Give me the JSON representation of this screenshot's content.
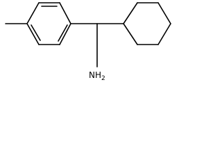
{
  "molecule": {
    "amine_group": {
      "atom": "NH",
      "subscript": "2"
    },
    "fragments": [
      "methyl",
      "benzene-ring",
      "methine-carbon",
      "cyclohexane-ring",
      "amine-group"
    ],
    "colors": {
      "bond": "#000000",
      "label": "#000000",
      "background": "#ffffff"
    }
  }
}
